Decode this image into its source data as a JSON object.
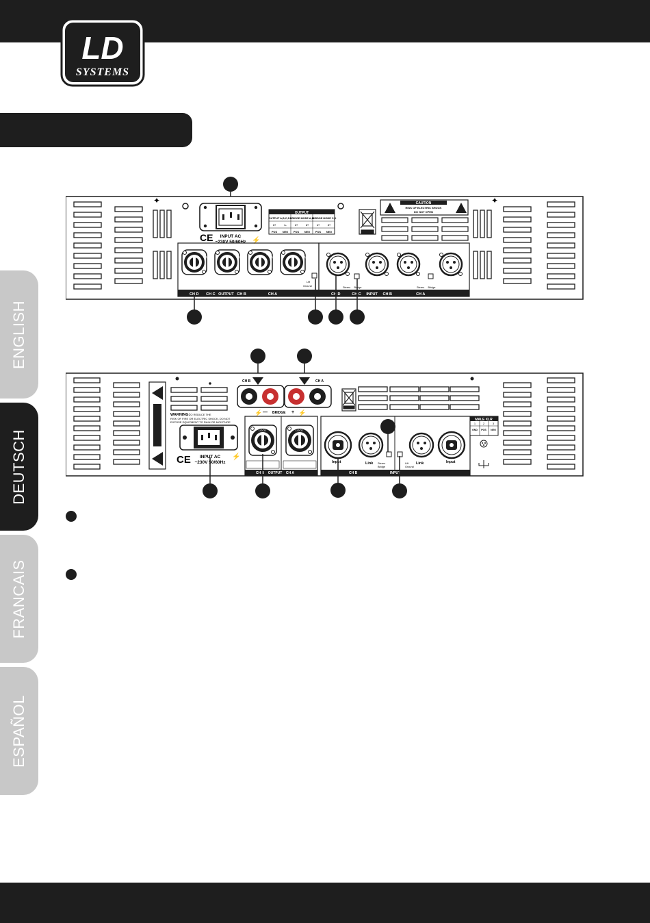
{
  "header": {
    "logo_line1": "LD",
    "logo_line2": "SYSTEMS"
  },
  "tabs": [
    {
      "label": "ENGLISH",
      "active": false
    },
    {
      "label": "DEUTSCH",
      "active": true
    },
    {
      "label": "FRANCAIS",
      "active": false
    },
    {
      "label": "ESPAÑOL",
      "active": false
    }
  ],
  "panel1": {
    "input_ac_label": "INPUT AC",
    "voltage_label": "~230V 50/60Hz",
    "output_table_title": "OUTPUT",
    "output_table_header": [
      "OUTPUT A,B,C,D",
      "BRIDGE MODE A,B",
      "BRIDGE MODE C,D"
    ],
    "output_table_row1": [
      "1+",
      "1-",
      "1+",
      "2+",
      "1+",
      "2+"
    ],
    "output_table_row2": [
      "POS",
      "NEG",
      "POS",
      "NEG",
      "POS",
      "NEG"
    ],
    "caution_title": "CAUTION",
    "caution_line1": "RISK OF ELECTRIC SHOCK",
    "caution_line2": "DO NOT OPEN",
    "ce_mark": "CE",
    "speakon_label": "LOCK",
    "output_channels": "CH D       CH C   OUTPUT   CH B                     CH A",
    "input_channels": "CH D           CH C     INPUT     CH B                       CH A",
    "lift_label": "Lift",
    "ground_label": "Ground",
    "stereo_bridge_label": "Stereo     Bridge"
  },
  "panel2": {
    "ch_b_label": "CH B",
    "ch_a_label": "CH A",
    "bridge_label": "BRIDGE",
    "warning_title": "WARNING:",
    "warning_text1": "TO REDUCE THE",
    "warning_text2": "RISK OF FIRE OR ELECTRIC SHOCK, DO NOT",
    "warning_text3": "EXPOSE EQUIPMENT TO RAIN OR MOISTURE",
    "input_ac_label": "INPUT AC",
    "voltage_label": "~230V 50/60Hz",
    "ce_mark": "CE",
    "speakon_label": "LOCK",
    "output_label": "CH B    OUTPUT    CH A",
    "input_label": "INPUT",
    "input_ch_b": "CH B",
    "input_jack_label": "Input",
    "link_label": "Link",
    "stereo_label": "Stereo",
    "bridge_small": "Bridge",
    "lift_label": "Lift",
    "ground_label": "Ground",
    "male_xlr_title": "MALE XLR",
    "male_xlr_row1": [
      "1",
      "2",
      "3"
    ],
    "male_xlr_row2": [
      "GND",
      "POS",
      "NEG"
    ]
  }
}
